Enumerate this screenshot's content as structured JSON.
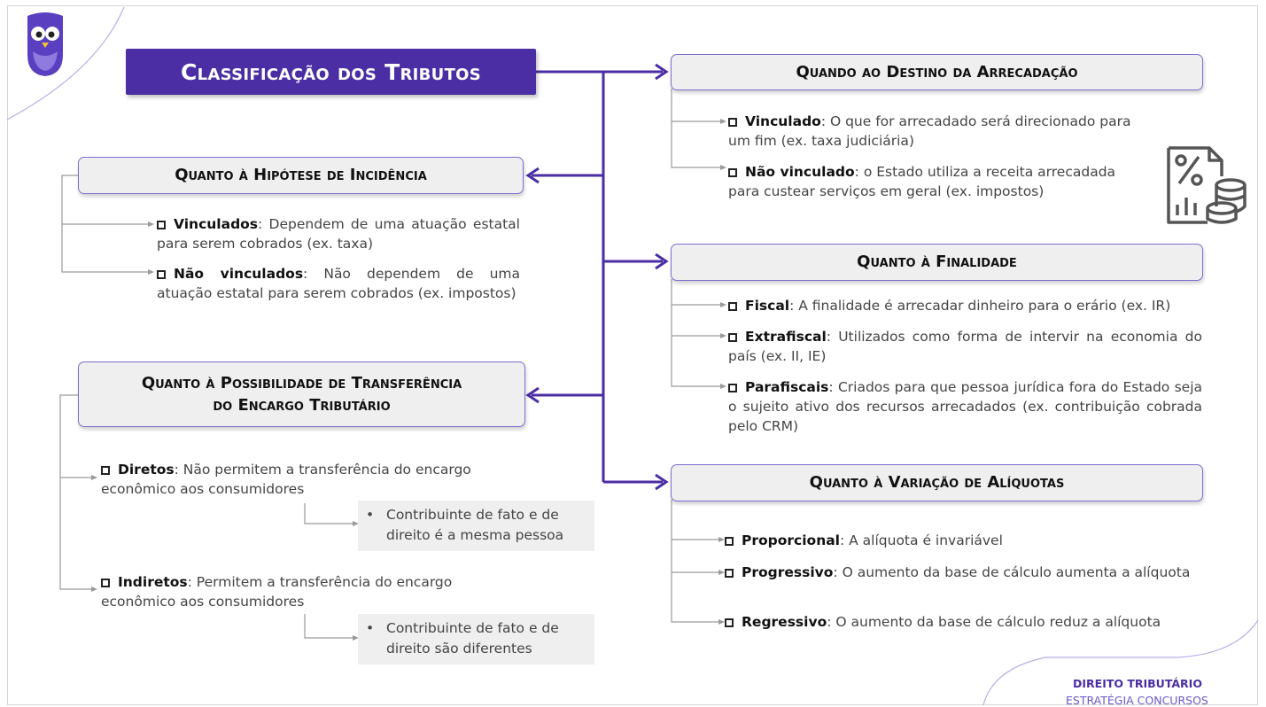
{
  "title": "Classificação dos Tributos",
  "accent_color": "#4b2ea3",
  "icons": {
    "logo": "owl-logo-icon",
    "decor": "tax-percent-coins-icon"
  },
  "sections": {
    "destino": {
      "header": "Quando ao Destino da Arrecadação",
      "items": [
        {
          "term": "Vinculado",
          "rest": ": O que for arrecadado será direcionado para um fim (ex. taxa judiciária)"
        },
        {
          "term": "Não vinculado",
          "rest": ": o Estado utiliza a receita arrecadada para custear serviços em geral (ex. impostos)"
        }
      ]
    },
    "hipotese": {
      "header": "Quanto à Hipótese de Incidência",
      "items": [
        {
          "term": "Vinculados",
          "rest": ": Dependem de uma atuação estatal para serem cobrados (ex. taxa)"
        },
        {
          "term": "Não vinculados",
          "rest": ": Não dependem de uma atuação estatal para serem cobrados (ex. impostos)"
        }
      ]
    },
    "finalidade": {
      "header": "Quanto à Finalidade",
      "items": [
        {
          "term": "Fiscal",
          "rest": ": A finalidade é arrecadar dinheiro para o erário (ex. IR)"
        },
        {
          "term": "Extrafiscal",
          "rest": ": Utilizados como forma de intervir na economia do país (ex. II, IE)"
        },
        {
          "term": "Parafiscais",
          "rest": ": Criados para que pessoa jurídica fora do Estado seja o sujeito ativo dos recursos arrecadados (ex. contribuição cobrada pelo CRM)"
        }
      ]
    },
    "transferencia": {
      "header_line1": "Quanto à Possibilidade de Transferência",
      "header_line2": "do Encargo Tributário",
      "items": [
        {
          "term": "Diretos",
          "rest": ": Não permitem a transferência do encargo econômico aos consumidores",
          "sub": "Contribuinte de fato e de direito é a mesma pessoa"
        },
        {
          "term": "Indiretos",
          "rest": ": Permitem a transferência do encargo econômico aos consumidores",
          "sub": "Contribuinte de fato e de direito são diferentes"
        }
      ]
    },
    "aliquotas": {
      "header": "Quanto à Variação de Alíquotas",
      "items": [
        {
          "term": "Proporcional",
          "rest": ": A alíquota é invariável"
        },
        {
          "term": "Progressivo",
          "rest": ": O aumento da base de cálculo aumenta a alíquota"
        },
        {
          "term": "Regressivo",
          "rest": ": O aumento da base de cálculo reduz a alíquota"
        }
      ]
    }
  },
  "bullet": "•",
  "footer": {
    "line1": "DIREITO TRIBUTÁRIO",
    "line2": "ESTRATÉGIA CONCURSOS"
  }
}
